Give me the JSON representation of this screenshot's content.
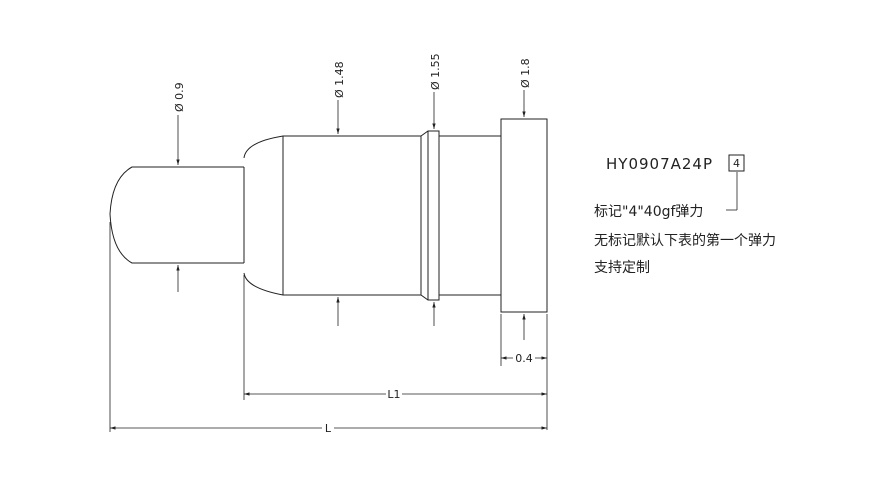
{
  "drawing": {
    "part_number": "HY0907A24P",
    "marker": "4",
    "dims": {
      "d_tip": "Ø 0.9",
      "d_body": "Ø 1.48",
      "d_groove": "Ø 1.55",
      "d_head": "Ø 1.8",
      "head_len": "0.4",
      "l1": "L1",
      "l": "L"
    },
    "notes": [
      "标记\"4\"40gf弹力",
      "无标记默认下表的第一个弹力",
      "支持定制"
    ]
  }
}
